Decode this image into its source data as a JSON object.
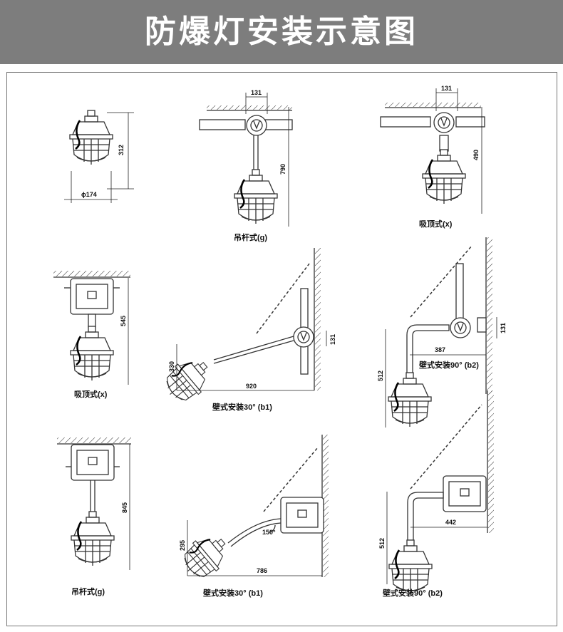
{
  "header": {
    "title": "防爆灯安装示意图"
  },
  "figures": [
    {
      "id": "top-left",
      "caption": "",
      "dims": [
        "312",
        "ϕ174"
      ]
    },
    {
      "id": "top-center",
      "caption": "吊杆式(g)",
      "dims": [
        "131",
        "790"
      ]
    },
    {
      "id": "top-right",
      "caption": "吸顶式(x)",
      "dims": [
        "131",
        "490"
      ]
    },
    {
      "id": "mid-left",
      "caption": "吸顶式(x)",
      "dims": [
        "545"
      ]
    },
    {
      "id": "mid-center",
      "caption": "壁式安装30°  (b1)",
      "dims": [
        "330",
        "920",
        "131"
      ]
    },
    {
      "id": "mid-right",
      "caption": "壁式安装90°  (b2)",
      "dims": [
        "387",
        "512",
        "131"
      ]
    },
    {
      "id": "bottom-left",
      "caption": "吊杆式(g)",
      "dims": [
        "845"
      ]
    },
    {
      "id": "bottom-center",
      "caption": "壁式安装30°  (b1)",
      "dims": [
        "295",
        "786",
        "150°"
      ]
    },
    {
      "id": "bottom-right",
      "caption": "壁式安装90°  (b2)",
      "dims": [
        "442",
        "512"
      ]
    }
  ],
  "colors": {
    "header_bg": "#7d7d7d",
    "line": "#222222",
    "lamp": "#333333"
  }
}
